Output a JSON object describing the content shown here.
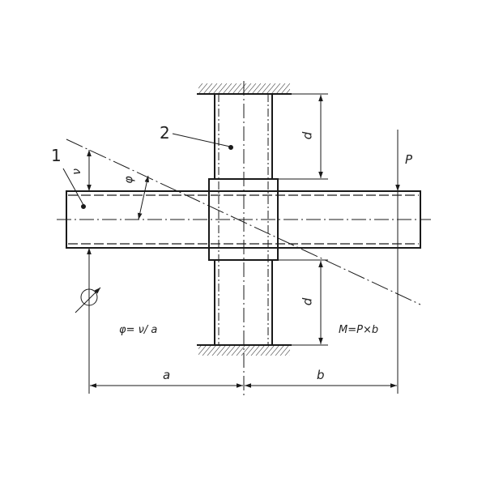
{
  "diagram": {
    "type": "technical-drawing",
    "description": "Beam clamped through a fixed column, loaded at the end with force P; tilt angle measured",
    "colors": {
      "line": "#1a1a1a",
      "background": "#ffffff"
    },
    "components": {
      "beam": {
        "label": "1"
      },
      "column": {
        "label": "2"
      }
    },
    "labels": {
      "force": "P",
      "deflection": "ν",
      "angle": "φ",
      "column_length_top": "d",
      "column_length_bottom": "d",
      "dim_a": "a",
      "dim_b": "b",
      "angle_formula": "φ= ν/ a",
      "moment_formula": "M=P×b"
    },
    "symbols": {
      "fixed_support_top": "hatched-wall-icon",
      "fixed_support_bottom": "hatched-wall-icon",
      "measuring_instrument": "dial-gauge-icon"
    }
  }
}
